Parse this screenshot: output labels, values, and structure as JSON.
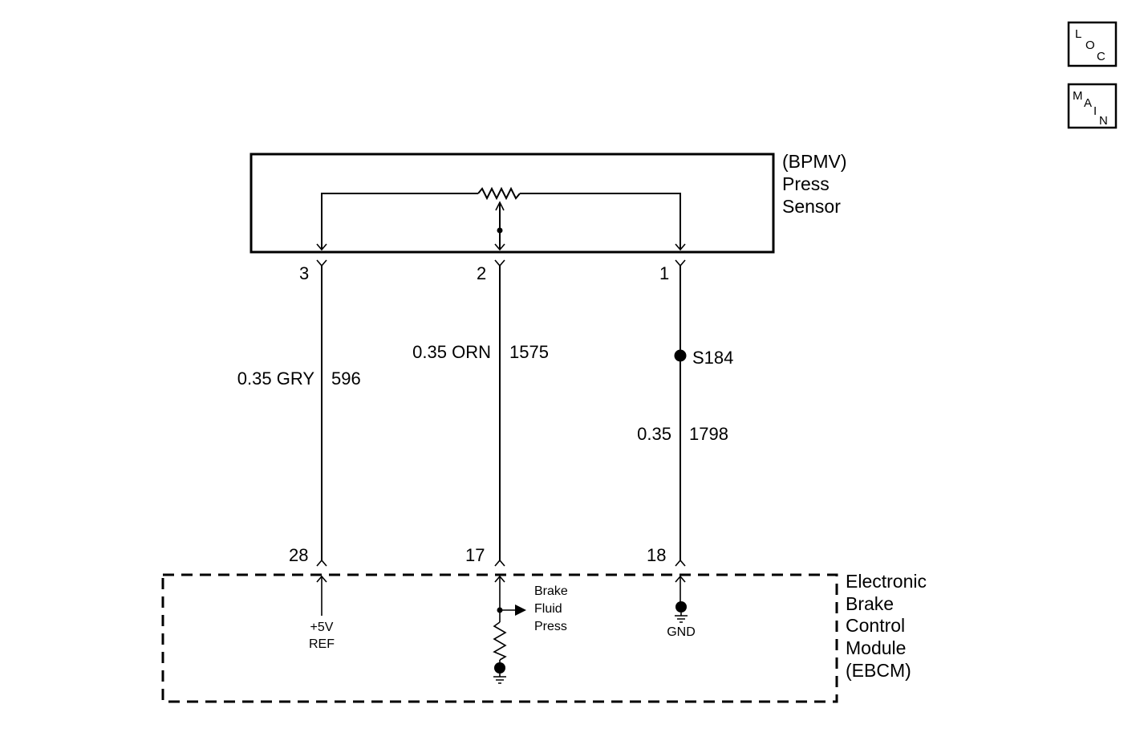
{
  "nav": {
    "loc": [
      "L",
      "O",
      "C"
    ],
    "main": [
      "M",
      "A",
      "I",
      "N"
    ]
  },
  "sensor": {
    "name_lines": [
      "(BPMV)",
      "Press",
      "Sensor"
    ],
    "pins": [
      "3",
      "2",
      "1"
    ]
  },
  "wires": [
    {
      "gauge": "0.35 GRY",
      "circuit": "596"
    },
    {
      "gauge": "0.35 ORN",
      "circuit": "1575"
    },
    {
      "gauge": "0.35",
      "circuit": "1798"
    }
  ],
  "splice": "S184",
  "module": {
    "name_lines": [
      "Electronic",
      "Brake",
      "Control",
      "Module",
      "(EBCM)"
    ],
    "pins": [
      "28",
      "17",
      "18"
    ],
    "ref_lines": [
      "+5V",
      "REF"
    ],
    "signal_lines": [
      "Brake",
      "Fluid",
      "Press"
    ],
    "gnd": "GND"
  }
}
